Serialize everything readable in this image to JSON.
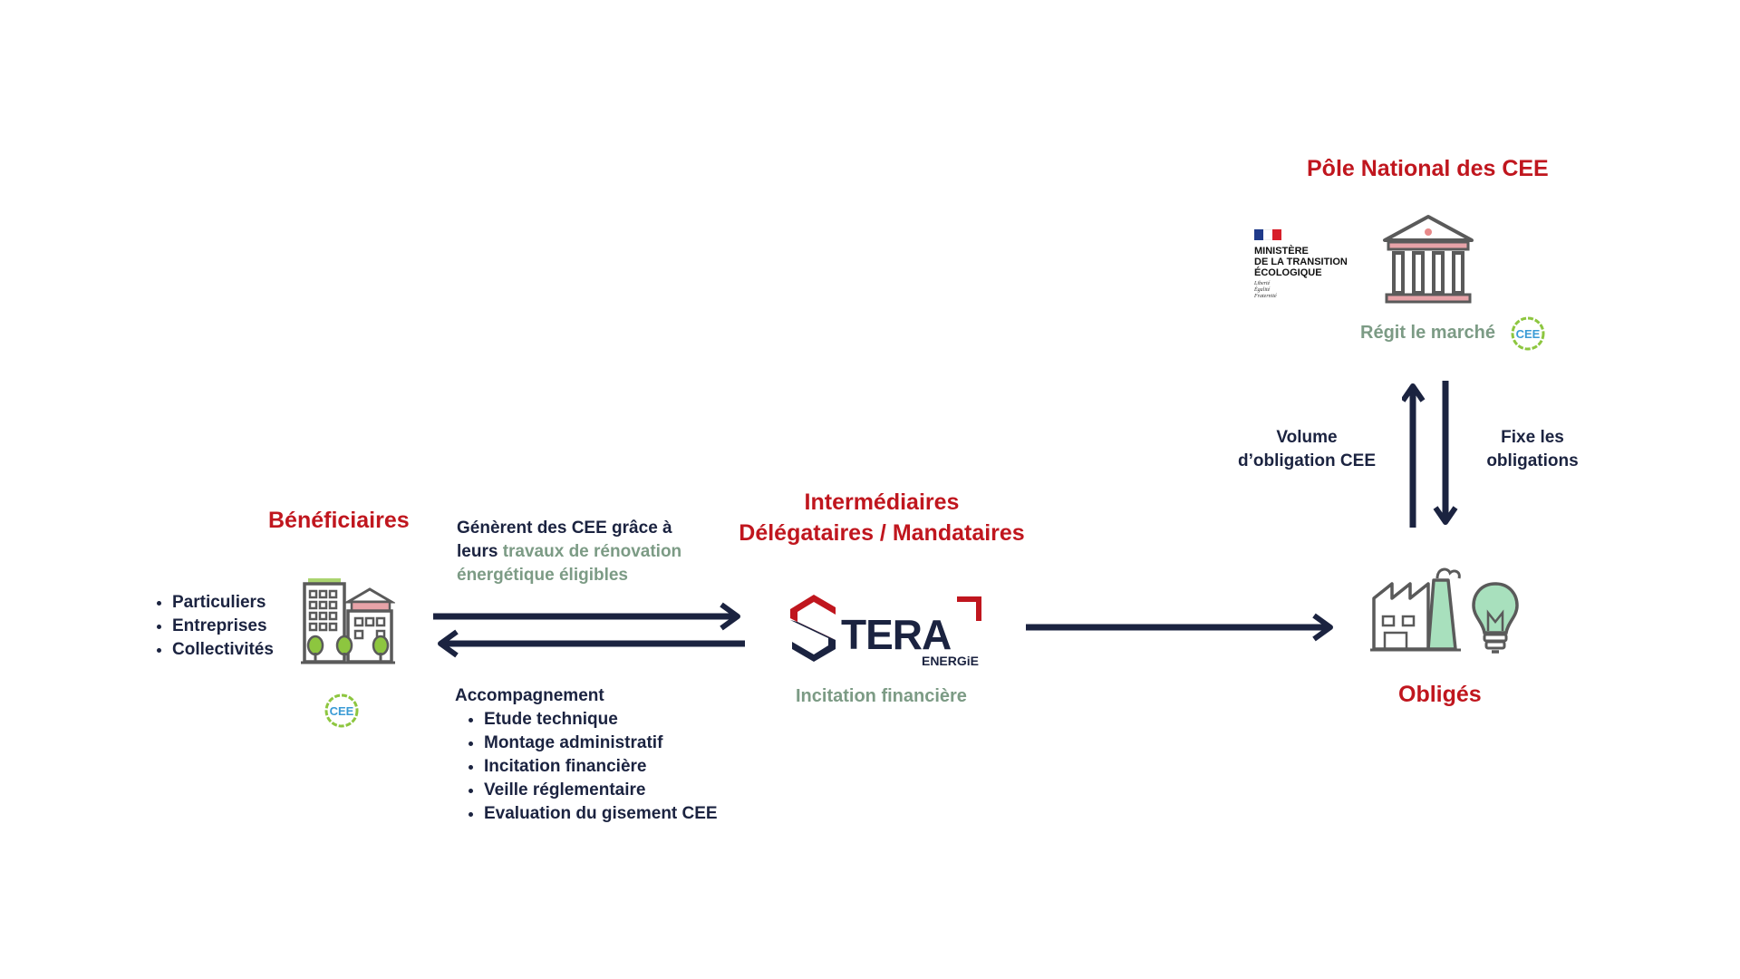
{
  "pole": {
    "title": "Pôle National des CEE",
    "ministry_lines": [
      "MINISTÈRE",
      "DE LA TRANSITION",
      "ÉCOLOGIQUE"
    ],
    "motto_lines": [
      "Liberté",
      "Égalité",
      "Fraternité"
    ],
    "regit": "Régit le marché"
  },
  "cee_badge_text": "CEE",
  "vertical_arrows": {
    "left_label_1": "Volume",
    "left_label_2": "d’obligation CEE",
    "right_label_1": "Fixe les",
    "right_label_2": "obligations"
  },
  "beneficiaires": {
    "title": "Bénéficiaires",
    "items": [
      "Particuliers",
      "Entreprises",
      "Collectivités"
    ]
  },
  "generate": {
    "line1": "Génèrent des CEE grâce à",
    "line2_dark": "leurs",
    "line2_green": "travaux de rénovation",
    "line3_green": "énergétique éligibles"
  },
  "accompagnement": {
    "title": "Accompagnement",
    "items": [
      "Etude technique",
      "Montage administratif",
      "Incitation financière",
      "Veille réglementaire",
      "Evaluation du gisement CEE"
    ]
  },
  "intermediaires": {
    "title_1": "Intermédiaires",
    "title_2": "Délégataires / Mandataires",
    "logo_word": "TERA",
    "logo_sub": "ENERGiE",
    "caption": "Incitation financière"
  },
  "obliges": {
    "title": "Obligés"
  },
  "colors": {
    "red": "#c0161e",
    "navy": "#1b2340",
    "green": "#7c9b85",
    "badge": "#8dc63f",
    "badge_text": "#3a9bd5"
  }
}
